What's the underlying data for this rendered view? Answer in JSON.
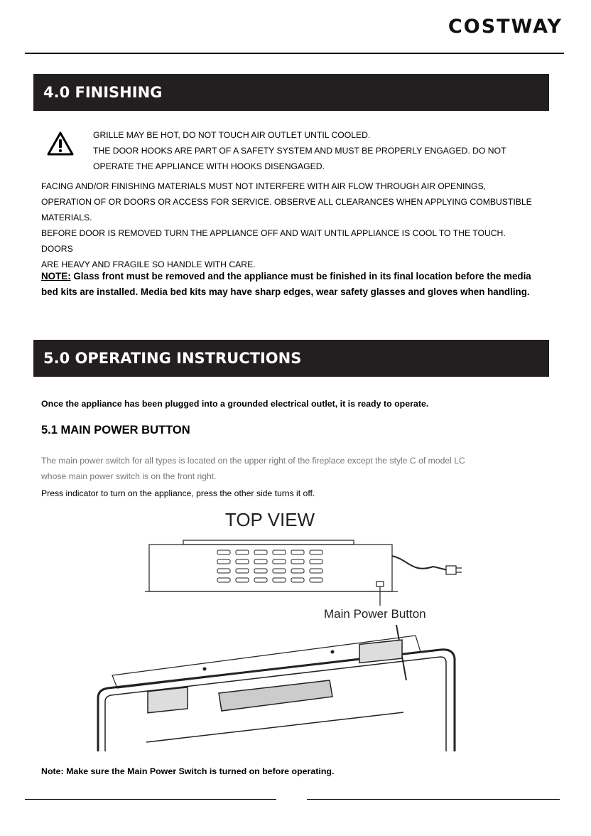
{
  "header": {
    "brand": "COSTWAY"
  },
  "section4": {
    "title": "4.0 FINISHING",
    "warning_lines": [
      "GRILLE MAY BE HOT, DO NOT TOUCH AIR OUTLET UNTIL COOLED.",
      "THE DOOR HOOKS ARE PART OF A SAFETY SYSTEM AND MUST BE PROPERLY ENGAGED. DO NOT",
      "OPERATE THE APPLIANCE WITH HOOKS DISENGAGED."
    ],
    "facing_lines": [
      "FACING AND/OR FINISHING MATERIALS MUST NOT INTERFERE WITH AIR FLOW THROUGH AIR OPENINGS,",
      "OPERATION OF OR DOORS OR ACCESS FOR SERVICE. OBSERVE ALL CLEARANCES WHEN APPLYING COMBUSTIBLE",
      "MATERIALS.",
      "BEFORE DOOR IS REMOVED TURN THE APPLIANCE OFF AND WAIT UNTIL APPLIANCE IS COOL TO THE TOUCH. DOORS",
      "ARE HEAVY AND FRAGILE SO HANDLE WITH CARE."
    ],
    "note_label": "NOTE:",
    "note_text": " Glass front must be removed and the appliance must be finished in its final location before the media bed kits are installed. Media bed kits may have sharp edges, wear safety glasses and gloves when handling."
  },
  "section5": {
    "title": "5.0 OPERATING INSTRUCTIONS",
    "intro": "Once the appliance has been plugged into a grounded electrical outlet, it is ready to operate.",
    "sub_title": "5.1 MAIN POWER BUTTON",
    "gray_lines": [
      "The main power switch for all types is located on the upper right of the fireplace except the style C of model LC",
      "whose main power switch is on the front right."
    ],
    "press_text": "Press indicator to turn on the appliance, press the other side turns it off.",
    "diagram": {
      "top_view_label": "TOP VIEW",
      "callout_label": "Main Power Button"
    },
    "bottom_note": "Note: Make sure the Main Power Switch is turned on before operating."
  }
}
